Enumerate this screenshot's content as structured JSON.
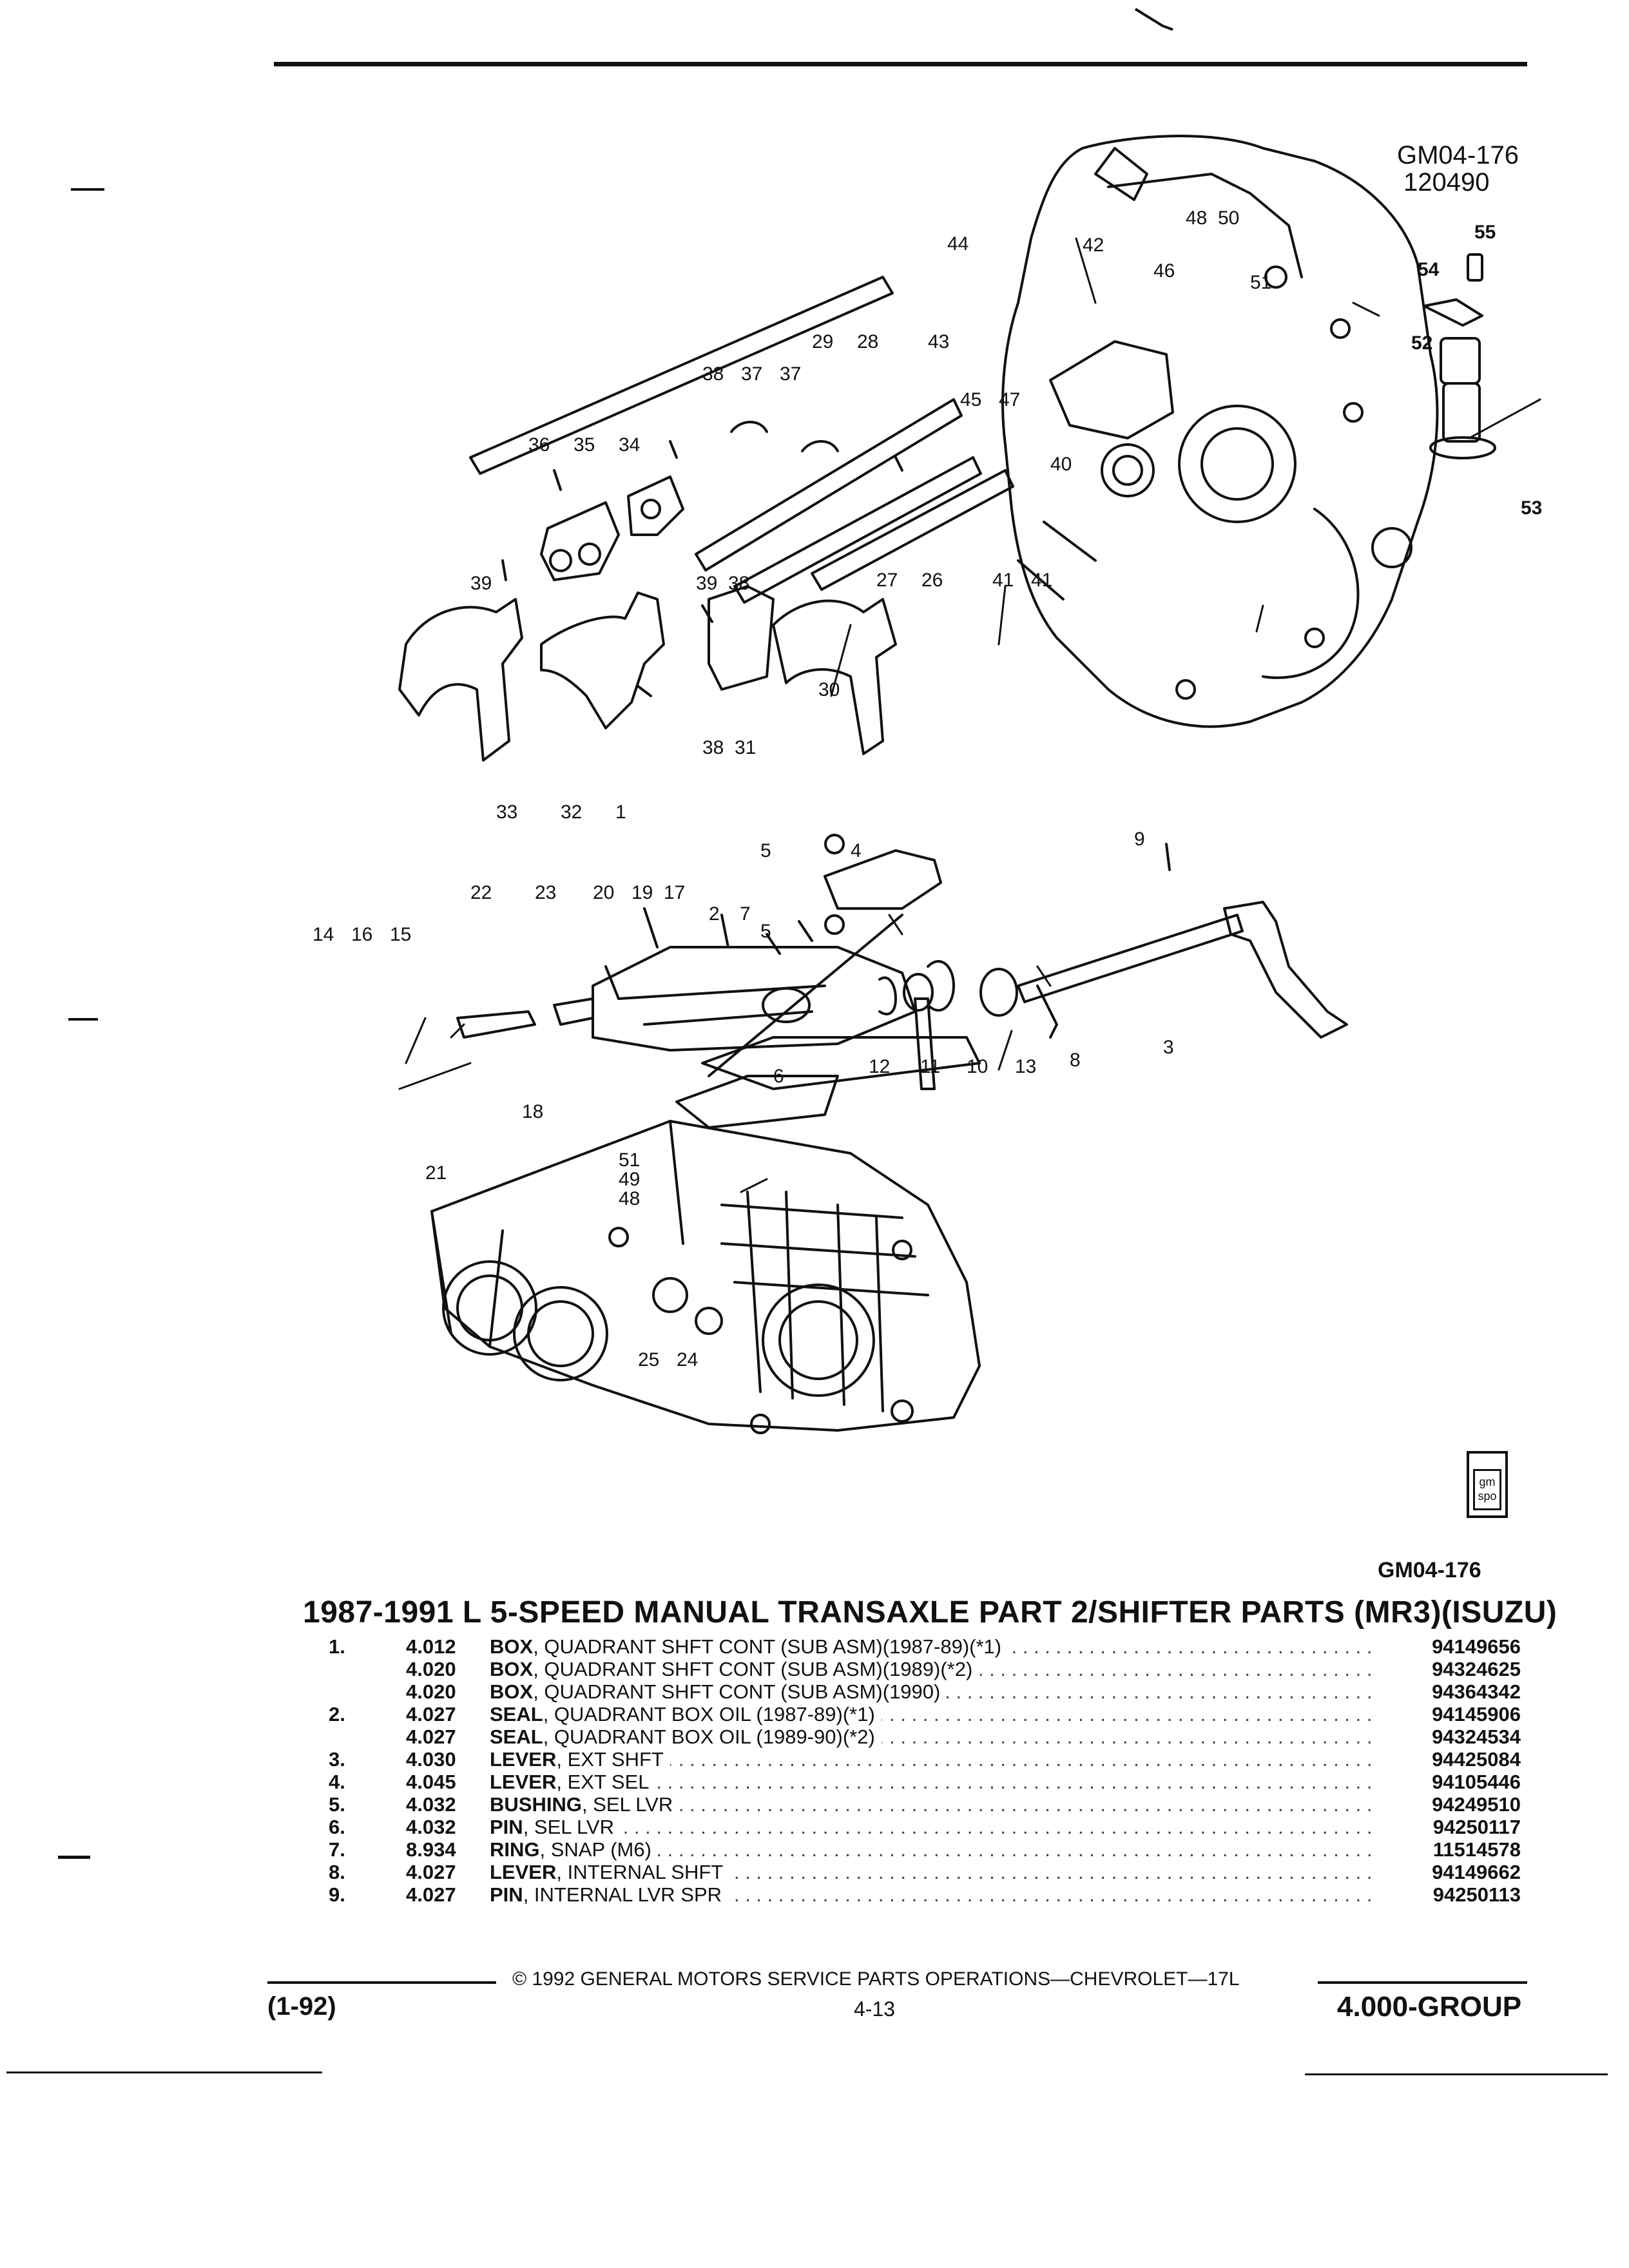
{
  "figure": {
    "ref_code": "GM04-176",
    "date_code": "120490",
    "bottom_ref": "GM04-176",
    "logo_text": "gm spo",
    "callouts": [
      "1",
      "2",
      "3",
      "4",
      "5",
      "5",
      "6",
      "7",
      "8",
      "9",
      "10",
      "11",
      "12",
      "13",
      "14",
      "15",
      "16",
      "17",
      "18",
      "19",
      "20",
      "21",
      "22",
      "23",
      "24",
      "25",
      "26",
      "27",
      "28",
      "29",
      "30",
      "31",
      "32",
      "33",
      "34",
      "35",
      "36",
      "37",
      "37",
      "38",
      "38",
      "38",
      "39",
      "39",
      "40",
      "41",
      "42",
      "43",
      "44",
      "45",
      "46",
      "47",
      "48",
      "48",
      "49",
      "50",
      "51",
      "51",
      "52",
      "53",
      "54",
      "55"
    ]
  },
  "section": {
    "title": "1987-1991 L 5-SPEED MANUAL TRANSAXLE PART 2/SHIFTER PARTS (MR3)(ISUZU)"
  },
  "parts": [
    {
      "ref": "1.",
      "group": "4.012",
      "name": "BOX",
      "desc": ", QUADRANT SHFT CONT (SUB ASM)(1987-89)(*1)",
      "part_no": "94149656"
    },
    {
      "ref": "",
      "group": "4.020",
      "name": "BOX",
      "desc": ", QUADRANT SHFT CONT (SUB ASM)(1989)(*2)",
      "part_no": "94324625"
    },
    {
      "ref": "",
      "group": "4.020",
      "name": "BOX",
      "desc": ", QUADRANT SHFT CONT (SUB ASM)(1990)",
      "part_no": "94364342"
    },
    {
      "ref": "2.",
      "group": "4.027",
      "name": "SEAL",
      "desc": ", QUADRANT BOX OIL (1987-89)(*1)",
      "part_no": "94145906"
    },
    {
      "ref": "",
      "group": "4.027",
      "name": "SEAL",
      "desc": ", QUADRANT BOX OIL (1989-90)(*2)",
      "part_no": "94324534"
    },
    {
      "ref": "3.",
      "group": "4.030",
      "name": "LEVER",
      "desc": ", EXT SHFT",
      "part_no": "94425084"
    },
    {
      "ref": "4.",
      "group": "4.045",
      "name": "LEVER",
      "desc": ", EXT SEL",
      "part_no": "94105446"
    },
    {
      "ref": "5.",
      "group": "4.032",
      "name": "BUSHING",
      "desc": ", SEL LVR",
      "part_no": "94249510"
    },
    {
      "ref": "6.",
      "group": "4.032",
      "name": "PIN",
      "desc": ", SEL LVR",
      "part_no": "94250117"
    },
    {
      "ref": "7.",
      "group": "8.934",
      "name": "RING",
      "desc": ", SNAP (M6)",
      "part_no": "11514578"
    },
    {
      "ref": "8.",
      "group": "4.027",
      "name": "LEVER",
      "desc": ", INTERNAL SHFT",
      "part_no": "94149662"
    },
    {
      "ref": "9.",
      "group": "4.027",
      "name": "PIN",
      "desc": ", INTERNAL LVR SPR",
      "part_no": "94250113"
    }
  ],
  "footer": {
    "copyright": "© 1992 GENERAL MOTORS SERVICE PARTS OPERATIONS—CHEVROLET—17L",
    "date": "(1-92)",
    "page": "4-13",
    "group": "4.000-GROUP"
  }
}
